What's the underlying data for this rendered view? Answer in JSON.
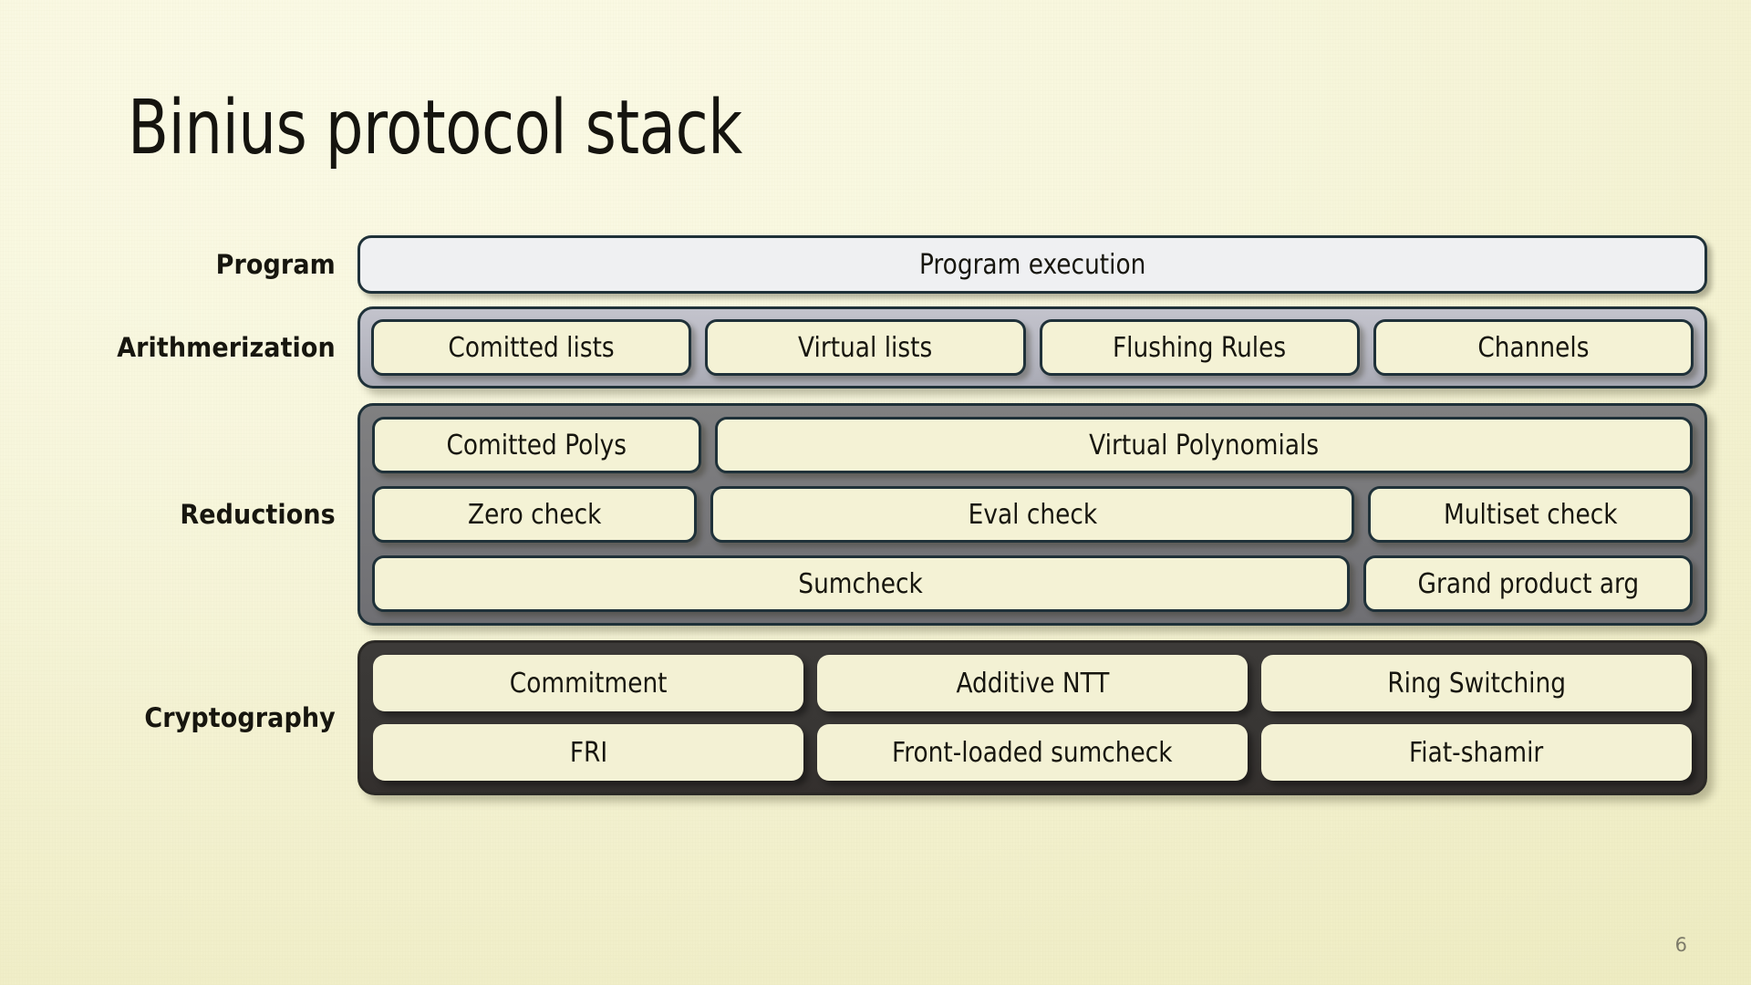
{
  "slide": {
    "title": "Binius protocol stack",
    "page_number": "6",
    "background_color": "#f6f5d8",
    "text_color": "#17160f"
  },
  "layers": [
    {
      "id": "program",
      "label": "Program",
      "container_color": "none",
      "rows": [
        {
          "items": [
            {
              "text": "Program execution",
              "span": 1
            }
          ]
        }
      ]
    },
    {
      "id": "arithmerization",
      "label": "Arithmerization",
      "container_color": "#b6b7c1",
      "rows": [
        {
          "items": [
            {
              "text": "Comitted lists",
              "span": 1
            },
            {
              "text": "Virtual lists",
              "span": 1
            },
            {
              "text": "Flushing Rules",
              "span": 1
            },
            {
              "text": "Channels",
              "span": 1
            }
          ]
        }
      ]
    },
    {
      "id": "reductions",
      "label": "Reductions",
      "container_color": "#77777a",
      "rows": [
        {
          "items": [
            {
              "text": "Comitted Polys",
              "span": 1
            },
            {
              "text": "Virtual Polynomials",
              "span": 3
            }
          ]
        },
        {
          "items": [
            {
              "text": "Zero check",
              "span": 1
            },
            {
              "text": "Eval check",
              "span": 2
            },
            {
              "text": "Multiset check",
              "span": 1
            }
          ]
        },
        {
          "items": [
            {
              "text": "Sumcheck",
              "span": 3
            },
            {
              "text": "Grand product arg",
              "span": 1
            }
          ]
        }
      ]
    },
    {
      "id": "cryptography",
      "label": "Cryptography",
      "container_color": "#383634",
      "rows": [
        {
          "items": [
            {
              "text": "Commitment",
              "span": 1
            },
            {
              "text": "Additive NTT",
              "span": 1
            },
            {
              "text": "Ring Switching",
              "span": 1
            }
          ]
        },
        {
          "items": [
            {
              "text": "FRI",
              "span": 1
            },
            {
              "text": "Front-loaded sumcheck",
              "span": 1
            },
            {
              "text": "Fiat-shamir",
              "span": 1
            }
          ]
        }
      ]
    }
  ]
}
